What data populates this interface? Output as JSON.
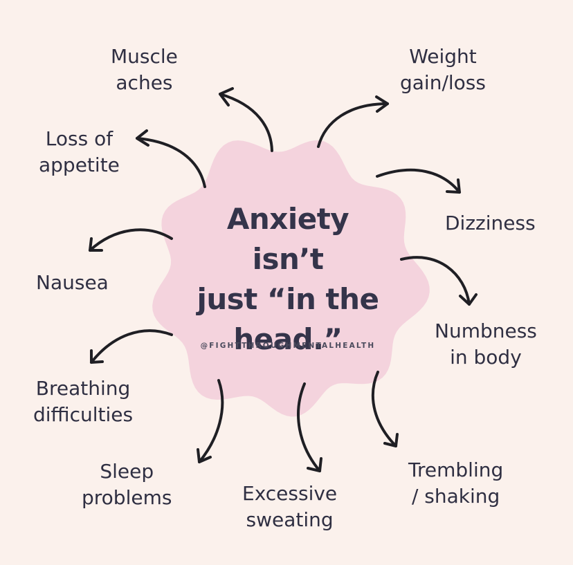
{
  "center": {
    "lines": [
      "Anxiety isn’t",
      "just “in the",
      "head.”"
    ],
    "handle": "@FIGHTTHROUGHMENTALHEALTH"
  },
  "symptoms": {
    "muscle_aches": [
      "Muscle",
      "aches"
    ],
    "weight": [
      "Weight",
      "gain/loss"
    ],
    "appetite": [
      "Loss of",
      "appetite"
    ],
    "dizziness": [
      "Dizziness"
    ],
    "nausea": [
      "Nausea"
    ],
    "numbness": [
      "Numbness",
      "in body"
    ],
    "breathing": [
      "Breathing",
      "difficulties"
    ],
    "sleep": [
      "Sleep",
      "problems"
    ],
    "sweating": [
      "Excessive",
      "sweating"
    ],
    "trembling": [
      "Trembling",
      "/ shaking"
    ]
  },
  "colors": {
    "background": "#fbf1ec",
    "blob": "#f4d3dd",
    "text": "#2f2f42",
    "arrow": "#1f1f24"
  }
}
